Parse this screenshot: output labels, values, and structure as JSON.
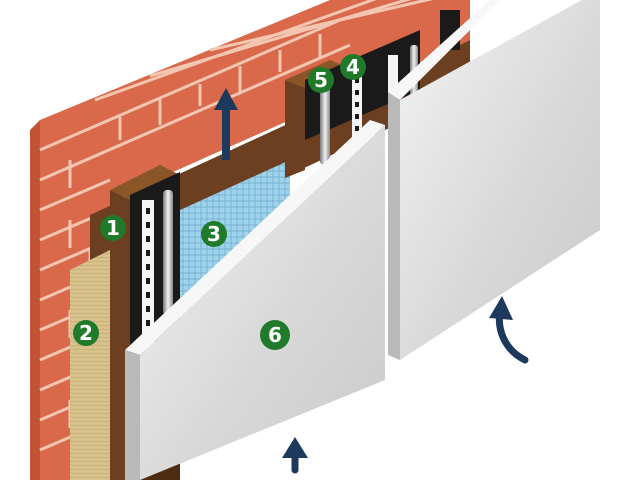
{
  "diagram": {
    "markers": [
      {
        "id": "m1",
        "label": "1",
        "color": "#1f7a2a"
      },
      {
        "id": "m2",
        "label": "2",
        "color": "#1f7a2a"
      },
      {
        "id": "m3",
        "label": "3",
        "color": "#1f7a2a"
      },
      {
        "id": "m4",
        "label": "4",
        "color": "#1f7a2a"
      },
      {
        "id": "m5",
        "label": "5",
        "color": "#1f7a2a"
      },
      {
        "id": "m6",
        "label": "6",
        "color": "#1f7a2a"
      }
    ],
    "colors": {
      "brick": "#d9694a",
      "mortar": "#f3c6b2",
      "wood": "#6b3f1f",
      "wood_dark": "#4e2c12",
      "insulation": "#d6c08a",
      "membrane": "#8fc9e6",
      "panel": "#e2e2e2",
      "panel_edge": "#b9b9b9",
      "rail": "#1a1a1a",
      "arrow": "#1d3a5c"
    },
    "airflow_arrows": 3
  }
}
